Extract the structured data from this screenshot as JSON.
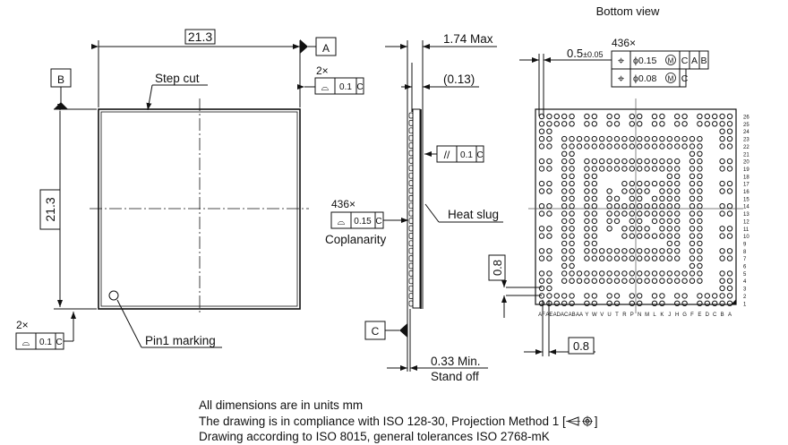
{
  "views": {
    "top": {
      "width_dim": "21.3",
      "height_dim": "21.3",
      "datum_a": "A",
      "datum_b": "B",
      "step_cut_label": "Step cut",
      "pin1_label": "Pin1 marking",
      "flatness_top": {
        "count": "2×",
        "symbol": "⌓",
        "value": "0.1",
        "datum": "C"
      },
      "flatness_bottom": {
        "count": "2×",
        "symbol": "⌓",
        "value": "0.1",
        "datum": "C"
      }
    },
    "side": {
      "height_max": "1.74 Max",
      "slug_offset": "(0.13)",
      "parallelism": {
        "symbol": "//",
        "value": "0.1",
        "datum": "C"
      },
      "coplanarity": {
        "count": "436×",
        "symbol": "⌓",
        "value": "0.15",
        "datum": "C",
        "label": "Coplanarity"
      },
      "heat_slug_label": "Heat slug",
      "datum_c": "C",
      "standoff_value": "0.33 Min.",
      "standoff_label": "Stand off"
    },
    "bottom": {
      "title": "Bottom view",
      "ball_count": "436×",
      "ball_dia": "0.5",
      "ball_tol": "±0.05",
      "position_tol_1": {
        "symbol": "⌖",
        "value": "ϕ0.15",
        "modifier": "M",
        "datums": [
          "C",
          "A",
          "B"
        ]
      },
      "position_tol_2": {
        "symbol": "⌖",
        "value": "ϕ0.08",
        "modifier": "M",
        "datums": [
          "C"
        ]
      },
      "pitch_vertical": "0.8",
      "pitch_horizontal": "0.8",
      "column_labels": [
        "AF",
        "AE",
        "AD",
        "AC",
        "AB",
        "AA",
        "Y",
        "W",
        "V",
        "U",
        "T",
        "R",
        "P",
        "N",
        "M",
        "L",
        "K",
        "J",
        "H",
        "G",
        "F",
        "E",
        "D",
        "C",
        "B",
        "A"
      ],
      "row_labels": [
        "26",
        "25",
        "24",
        "23",
        "22",
        "21",
        "20",
        "19",
        "18",
        "17",
        "16",
        "15",
        "14",
        "13",
        "12",
        "11",
        "10",
        "9",
        "8",
        "7",
        "6",
        "5",
        "4",
        "3",
        "2",
        "1"
      ],
      "ball_map": [
        "11111011011011011011011111",
        "11111011011011011011011111",
        "11000000000000000000000011",
        "11011111111111111111110011",
        "11011111111111111111110011",
        "00011000000000000000110000",
        "11011011111111111110110011",
        "11011011111111111110110011",
        "00011011000000000110110000",
        "11011011000111111110110011",
        "11011011010111101110110011",
        "00011011011011011110110000",
        "11011011011111111110110011",
        "11011011011111111110110011",
        "00011011011011011110110000",
        "11011011010111101110110011",
        "11011011000111111110110011",
        "00011011000000000110110000",
        "11011011111111111110110011",
        "11011011111111111110110011",
        "00011000000000000000110000",
        "11011111111111111111110011",
        "11011111111111111111110011",
        "11000000000000000000000011",
        "11111011011011011011011111",
        "11111011011011011011011111"
      ]
    }
  },
  "notes": [
    "All dimensions are in units mm",
    "The drawing is in compliance with ISO 128-30, Projection Method 1 [",
    "Drawing according to ISO 8015, general tolerances ISO 2768-mK"
  ],
  "notes_suffix": "]"
}
